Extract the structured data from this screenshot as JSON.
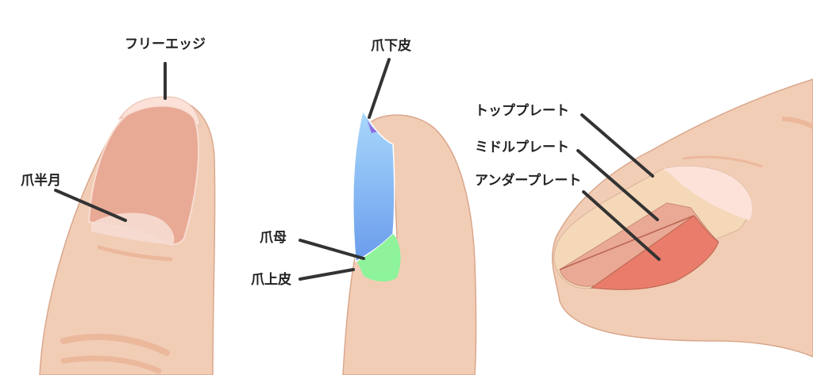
{
  "labels": {
    "free_edge": "フリーエッジ",
    "lunula": "爪半月",
    "hyponychium": "爪下皮",
    "matrix": "爪母",
    "eponychium": "爪上皮",
    "top_plate": "トッププレート",
    "middle_plate": "ミドルプレート",
    "under_plate": "アンダープレート"
  },
  "colors": {
    "skin": "#f2cdb6",
    "skin_outline": "#d9a78c",
    "nail": "#e8a995",
    "free_edge": "#fbe1d8",
    "lunula": "#f6dcd2",
    "hyponychium": "#8f6ee0",
    "nail_plate_gradient_top": "#a8d8fb",
    "nail_plate_gradient_bottom": "#6a9cec",
    "matrix": "#8ef39a",
    "top_plate": "#f5d8b8",
    "middle_plate": "#e9a994",
    "under_plate": "#e97c6a",
    "leader_line": "#333333"
  }
}
